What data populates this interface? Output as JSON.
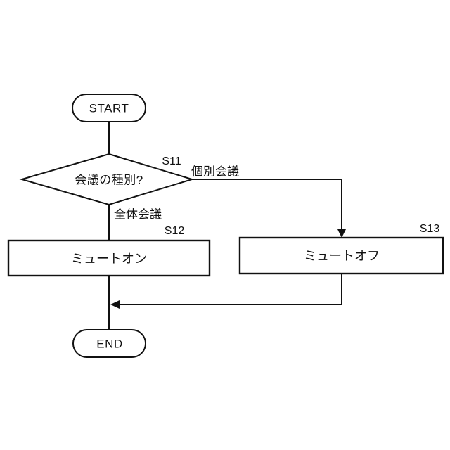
{
  "diagram": {
    "type": "flowchart",
    "nodes": {
      "start": {
        "label": "START"
      },
      "decision": {
        "label": "会議の種別?",
        "step": "S11"
      },
      "mute_on": {
        "label": "ミュートオン",
        "step": "S12"
      },
      "mute_off": {
        "label": "ミュートオフ",
        "step": "S13"
      },
      "end": {
        "label": "END"
      }
    },
    "edges": {
      "individual": {
        "label": "個別会議"
      },
      "whole": {
        "label": "全体会議"
      }
    },
    "colors": {
      "stroke": "#111111",
      "background": "#ffffff"
    }
  }
}
